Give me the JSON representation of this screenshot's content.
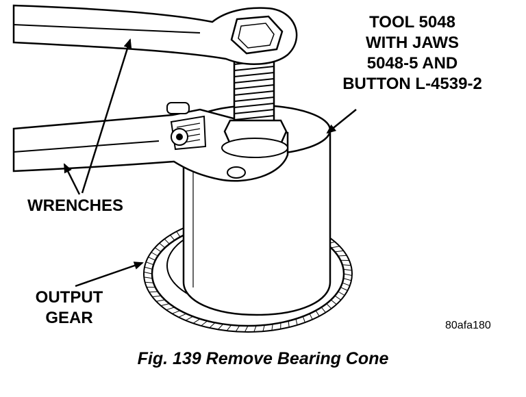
{
  "callouts": {
    "tool": [
      "TOOL 5048",
      "WITH JAWS",
      "5048-5 AND",
      "BUTTON L-4539-2"
    ],
    "wrenches": "WRENCHES",
    "gear": [
      "OUTPUT",
      "GEAR"
    ]
  },
  "image_code": "80afa180",
  "caption": "Fig. 139 Remove Bearing Cone",
  "colors": {
    "ink": "#000000",
    "paper": "#ffffff"
  }
}
